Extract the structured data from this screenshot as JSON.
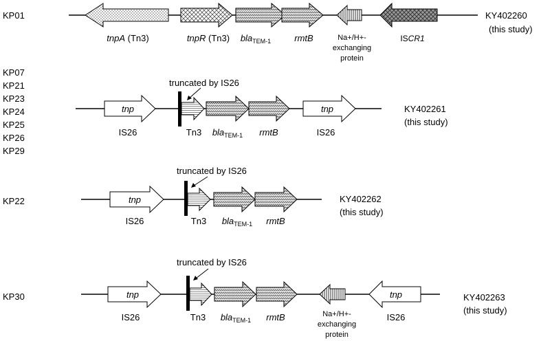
{
  "rows": [
    {
      "isolates": [
        "KP01"
      ],
      "accession": "KY402260",
      "source": "(this study)",
      "truncated_note": "",
      "genes": [
        {
          "label": "tnpA",
          "suffix": " (Tn3)",
          "italic": true,
          "direction": "left",
          "pattern": "dots"
        },
        {
          "label": "tnpR",
          "suffix": " (Tn3)",
          "italic": true,
          "direction": "right",
          "pattern": "crosshatch"
        },
        {
          "label": "bla",
          "sub": "TEM-1",
          "italic": true,
          "direction": "right",
          "pattern": "zigzag"
        },
        {
          "label": "rmtB",
          "italic": true,
          "direction": "right",
          "pattern": "zigzag"
        },
        {
          "label": "Na+/H+-",
          "label2": "exchanging",
          "label3": "protein",
          "italic": false,
          "direction": "left",
          "pattern": "vlines"
        },
        {
          "label": "IS",
          "suffix": "CR1",
          "italic_suffix": true,
          "direction": "left",
          "pattern": "diamond"
        }
      ]
    },
    {
      "isolates": [
        "KP07",
        "KP21",
        "KP23",
        "KP24",
        "KP25",
        "KP26",
        "KP29"
      ],
      "accession": "KY402261",
      "source": "(this study)",
      "truncated_note": "truncated by IS26",
      "genes": [
        {
          "label": "tnp",
          "below": "IS26",
          "direction": "right",
          "pattern": "white"
        },
        {
          "label": "Tn3",
          "direction": "right",
          "pattern": "hlines",
          "truncated": true
        },
        {
          "label": "bla",
          "sub": "TEM-1",
          "direction": "right",
          "pattern": "zigzag"
        },
        {
          "label": "rmtB",
          "direction": "right",
          "pattern": "zigzag"
        },
        {
          "label": "tnp",
          "below": "IS26",
          "direction": "right",
          "pattern": "white"
        }
      ]
    },
    {
      "isolates": [
        "KP22"
      ],
      "accession": "KY402262",
      "source": "(this study)",
      "truncated_note": "truncated by IS26",
      "genes": [
        {
          "label": "tnp",
          "below": "IS26",
          "direction": "right",
          "pattern": "white"
        },
        {
          "label": "Tn3",
          "direction": "right",
          "pattern": "hlines",
          "truncated": true
        },
        {
          "label": "bla",
          "sub": "TEM-1",
          "direction": "right",
          "pattern": "zigzag"
        },
        {
          "label": "rmtB",
          "direction": "right",
          "pattern": "zigzag"
        }
      ]
    },
    {
      "isolates": [
        "KP30"
      ],
      "accession": "KY402263",
      "source": "(this study)",
      "truncated_note": "truncated by IS26",
      "genes": [
        {
          "label": "tnp",
          "below": "IS26",
          "direction": "right",
          "pattern": "white"
        },
        {
          "label": "Tn3",
          "direction": "right",
          "pattern": "hlines",
          "truncated": true
        },
        {
          "label": "bla",
          "sub": "TEM-1",
          "direction": "right",
          "pattern": "zigzag"
        },
        {
          "label": "rmtB",
          "direction": "right",
          "pattern": "zigzag"
        },
        {
          "label": "Na+/H+-",
          "label2": "exchanging",
          "label3": "protein",
          "direction": "left",
          "pattern": "vlines"
        },
        {
          "label": "tnp",
          "below": "IS26",
          "direction": "left",
          "pattern": "white"
        }
      ]
    }
  ]
}
